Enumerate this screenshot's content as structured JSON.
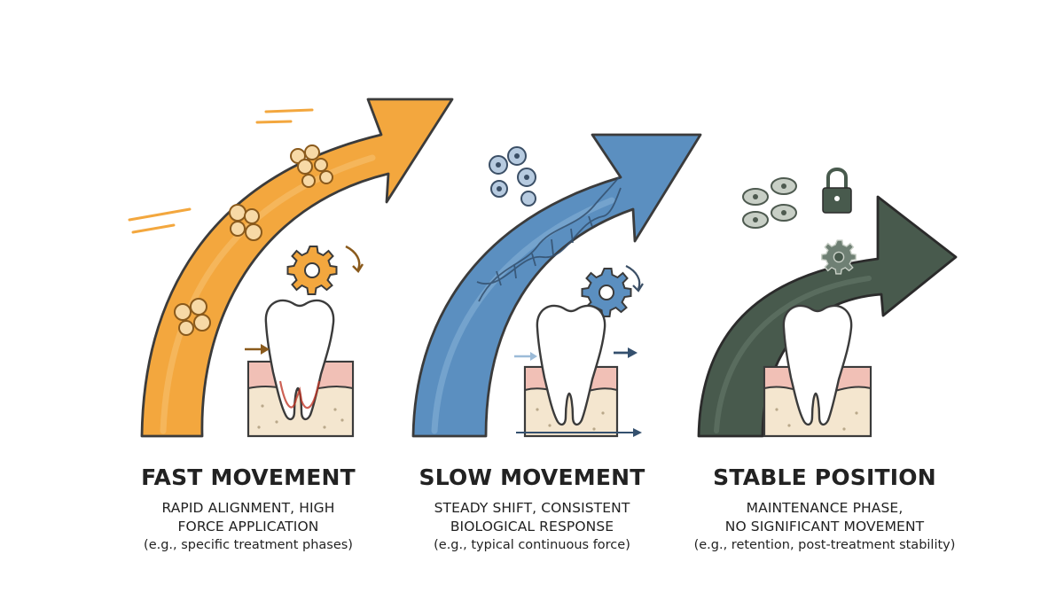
{
  "colors": {
    "fast": "#f3a73e",
    "slow": "#5b8fc0",
    "stable": "#485a4d",
    "gum": "#f1c0b6",
    "bone": "#f4e6cf",
    "tooth": "#ffffff",
    "outline": "#3b3b3b"
  },
  "icons": [
    "cell-cluster-icon",
    "gear-icon",
    "tooth-icon",
    "dna-helix-icon",
    "lock-icon",
    "arrow-icon"
  ],
  "panels": [
    {
      "id": "fast",
      "title": "FAST MOVEMENT",
      "desc_line1": "RAPID ALIGNMENT, HIGH",
      "desc_line2": "FORCE APPLICATION",
      "example": "(e.g., specific treatment phases)"
    },
    {
      "id": "slow",
      "title": "SLOW MOVEMENT",
      "desc_line1": "STEADY SHIFT, CONSISTENT",
      "desc_line2": "BIOLOGICAL RESPONSE",
      "example": "(e.g., typical continuous force)"
    },
    {
      "id": "stable",
      "title": "STABLE POSITION",
      "desc_line1": "MAINTENANCE PHASE,",
      "desc_line2": "NO SIGNIFICANT MOVEMENT",
      "example": "(e.g., retention, post-treatment stability)"
    }
  ]
}
